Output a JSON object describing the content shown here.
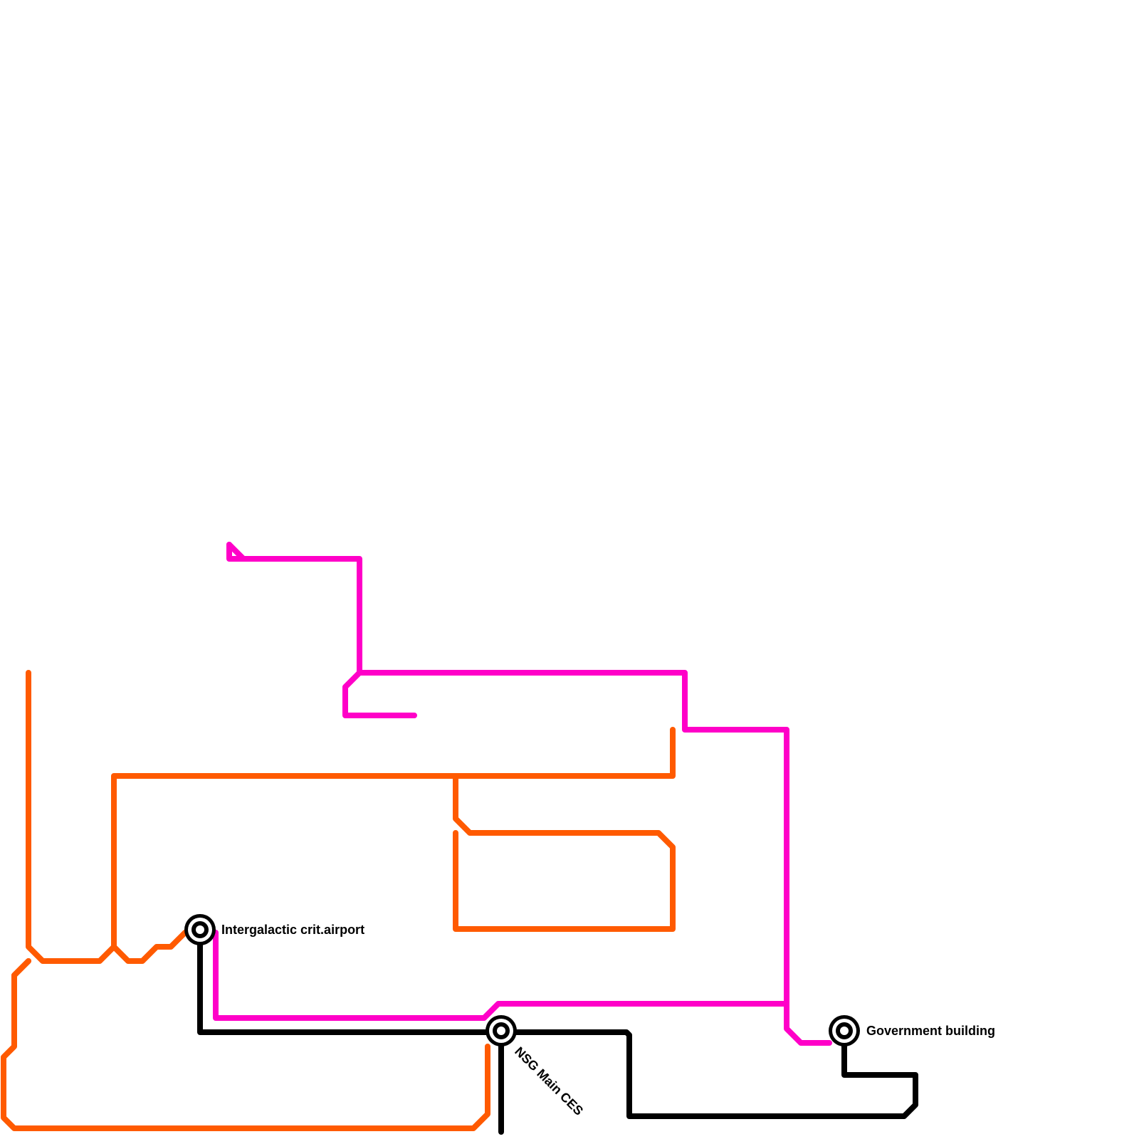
{
  "colors": {
    "orange_line": "#ff5a00",
    "magenta_line": "#ff00c8",
    "black_line": "#000000",
    "background": "#ffffff"
  },
  "lines": [
    {
      "id": "orange",
      "color": "#ff5a00"
    },
    {
      "id": "magenta",
      "color": "#ff00c8"
    },
    {
      "id": "black",
      "color": "#000000"
    }
  ],
  "stations": {
    "airport": {
      "label": "Intergalactic crit.airport"
    },
    "nsg": {
      "label": "NSG Main CES"
    },
    "government": {
      "label": "Government building"
    }
  }
}
